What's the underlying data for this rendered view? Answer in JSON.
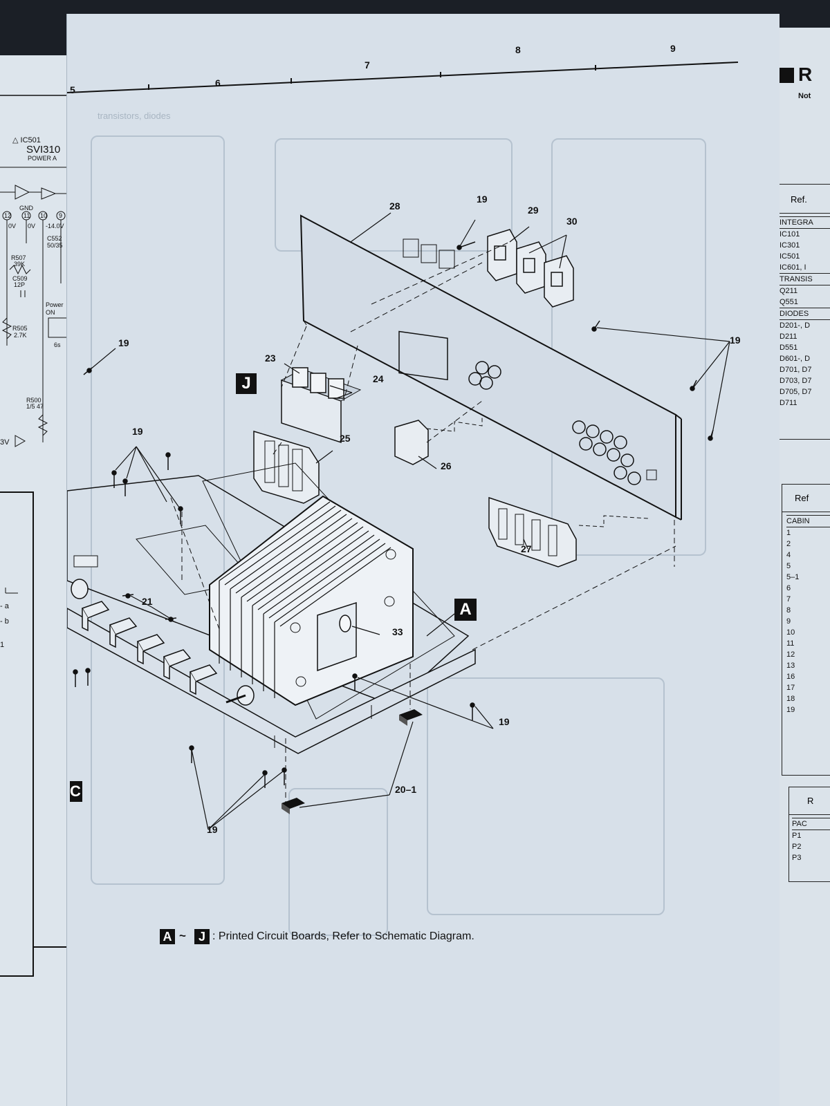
{
  "left_page": {
    "ic_label": "△ IC501",
    "ic_model": "SVI310",
    "ic_sub": "POWER A",
    "pin_gnd": "GND",
    "pin_nums": [
      "12",
      "11",
      "10",
      "9"
    ],
    "voltages": [
      "0V",
      "0V",
      "-14.0V"
    ],
    "r507": "R507",
    "r507_val": "39K",
    "c509": "C509",
    "c509_val": "12P",
    "r505": "R505",
    "r505_val": "2.7K",
    "c552": "C552",
    "c552_val": "50/35",
    "power_label": "Power ON",
    "r500": "R500",
    "r500_val": "1/5 47",
    "sw_label": "6s",
    "v_label": "3V",
    "row_a": "- a",
    "row_b": "- b",
    "bracket": "1",
    "num_6": "6",
    "badge_c": "C"
  },
  "ruler": {
    "marks": [
      "5",
      "6",
      "7",
      "8",
      "9"
    ]
  },
  "diagram": {
    "callouts": {
      "c28": "28",
      "c19_top": "19",
      "c29": "29",
      "c30": "30",
      "c19_left": "19",
      "c23": "23",
      "c24": "24",
      "c19_right": "19",
      "c19_mid": "19",
      "c25": "25",
      "c26": "26",
      "c27": "27",
      "c21": "21",
      "c33": "33",
      "c19_lower": "19",
      "c20_1": "20–1",
      "c19_bottom": "19"
    },
    "badge_j": "J",
    "badge_a": "A",
    "legend_a": "A",
    "legend_sep": "~",
    "legend_j": "J",
    "legend_text": ": Printed Circuit Boards, Refer to Schematic Diagram."
  },
  "right_page": {
    "heading_mark": "R",
    "note": "Not",
    "table1_header": "Ref.",
    "table1_rows": [
      "INTEGRA",
      "IC101",
      "IC301",
      "IC501",
      "IC601, I",
      "TRANSIS",
      "Q211",
      "Q551",
      "DIODES",
      "D201-, D",
      "D211",
      "D551",
      "D601-, D",
      "D701, D7",
      "D703, D7",
      "D705, D7",
      "D711"
    ],
    "table2_header": "Ref",
    "table2_rows": [
      "CABIN",
      "1",
      "2",
      "4",
      "5",
      "5–1",
      "6",
      "7",
      "8",
      "9",
      "10",
      "11",
      "12",
      "13",
      "16",
      "17",
      "18",
      "19"
    ],
    "table3_header": "R",
    "table3_rows": [
      "PAC",
      "P1",
      "P2",
      "P3"
    ]
  },
  "colors": {
    "paper": "#d7e0e9",
    "ink": "#111111",
    "background": "#1b1f26"
  }
}
